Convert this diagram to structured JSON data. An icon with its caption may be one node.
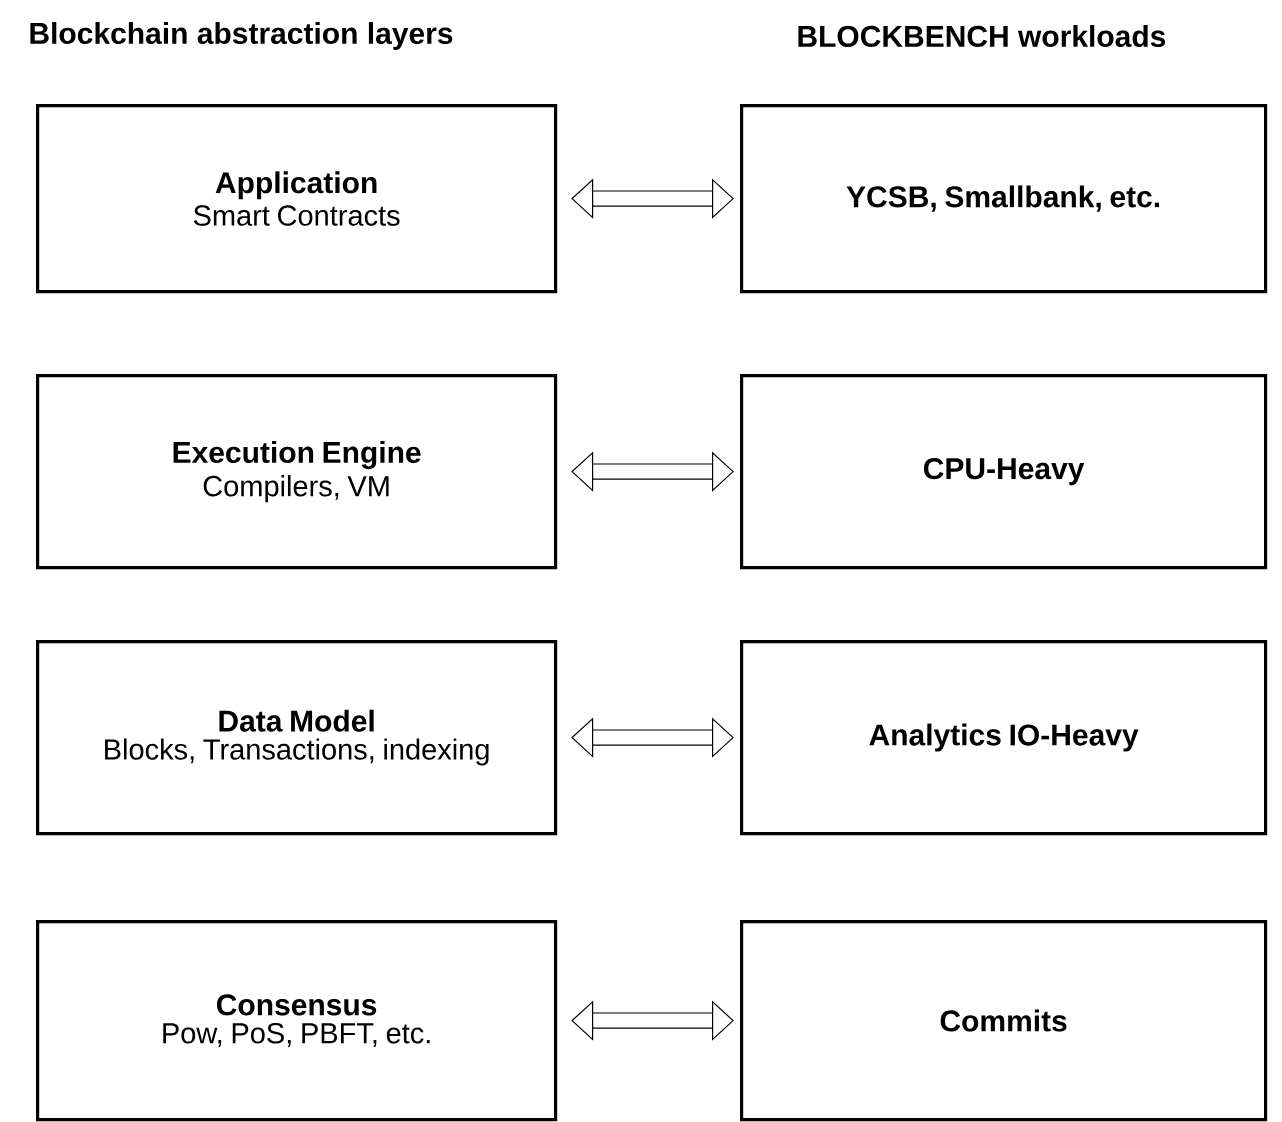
{
  "diagram": {
    "nodes": [
      {
        "text": [
          "Application",
          "Smart Contracts"
        ]
      },
      {
        "text": [
          "YCSB, Smallbank, etc."
        ]
      },
      {
        "text": [
          "Execution Engine",
          "Compilers, VM"
        ]
      },
      {
        "text": [
          "CPU-Heavy"
        ]
      },
      {
        "text": [
          "Data Model",
          "Blocks, Transactions, indexing"
        ]
      },
      {
        "text": [
          "Analytics IO-Heavy"
        ]
      },
      {
        "text": [
          "Consensus",
          "Pow, PoS, PBFT, etc."
        ]
      },
      {
        "text": [
          "Commits"
        ]
      }
    ],
    "edges": [
      {
        "from": 0,
        "to": 1,
        "arrow": "both"
      },
      {
        "from": 2,
        "to": 3,
        "arrow": "both"
      },
      {
        "from": 4,
        "to": 5,
        "arrow": "both"
      },
      {
        "from": 6,
        "to": 7,
        "arrow": "both"
      }
    ],
    "labels": [
      "Blockchain abstraction layers",
      "BLOCKBENCH workloads"
    ]
  }
}
